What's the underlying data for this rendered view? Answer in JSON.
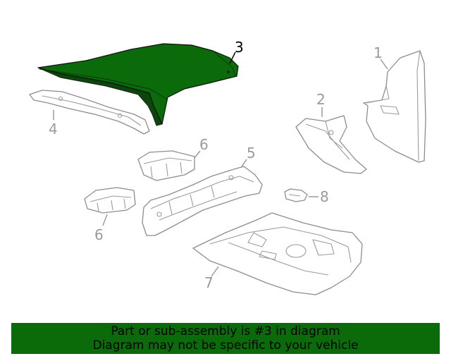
{
  "callouts": {
    "c1": "1",
    "c2": "2",
    "c3": "3",
    "c4": "4",
    "c5": "5",
    "c6a": "6",
    "c6b": "6",
    "c7": "7",
    "c8": "8"
  },
  "highlighted_part": "3",
  "colors": {
    "highlight": "#0b6b0b",
    "banner": "#0b6b0b",
    "outline": "#8d8d8d"
  },
  "banner": {
    "line1": "Part or sub-assembly is #3 in diagram",
    "line2": "Diagram may not be specific to your vehicle"
  }
}
